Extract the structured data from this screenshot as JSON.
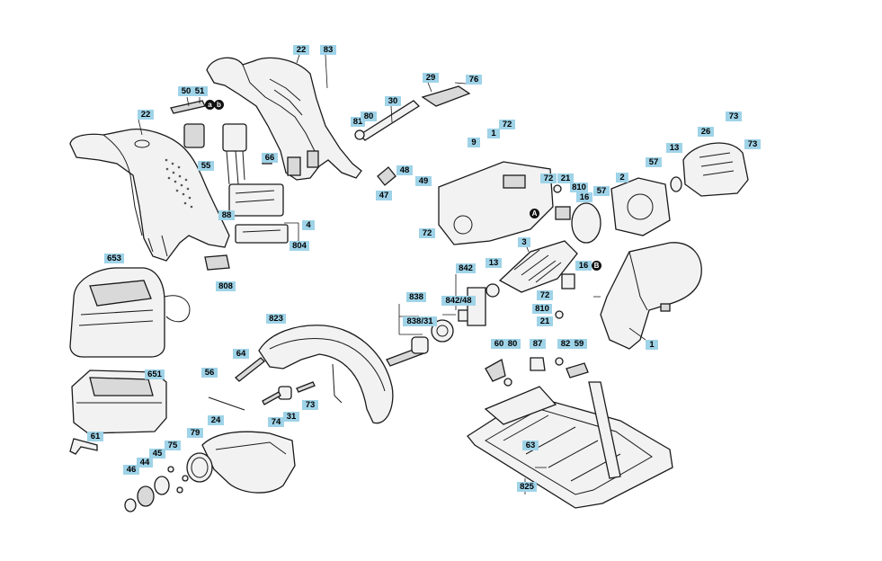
{
  "callouts": [
    "22",
    "83",
    "29",
    "76",
    "50",
    "51",
    "22",
    "30",
    "81",
    "80",
    "9",
    "1",
    "72",
    "73",
    "26",
    "73",
    "13",
    "55",
    "66",
    "48",
    "47",
    "49",
    "21",
    "810",
    "16",
    "2",
    "57",
    "72",
    "57",
    "88",
    "4",
    "804",
    "72",
    "3",
    "808",
    "653",
    "842",
    "13",
    "16",
    "838",
    "842/48",
    "72",
    "810",
    "838/31",
    "21",
    "823",
    "1",
    "64",
    "60",
    "80",
    "87",
    "82",
    "59",
    "56",
    "651",
    "74",
    "31",
    "73",
    "24",
    "79",
    "75",
    "61",
    "45",
    "44",
    "46",
    "63",
    "825"
  ],
  "markers": [
    "a",
    "b",
    "A",
    "B"
  ],
  "icons": [
    "cordless-circular-saw-exploded-view"
  ]
}
